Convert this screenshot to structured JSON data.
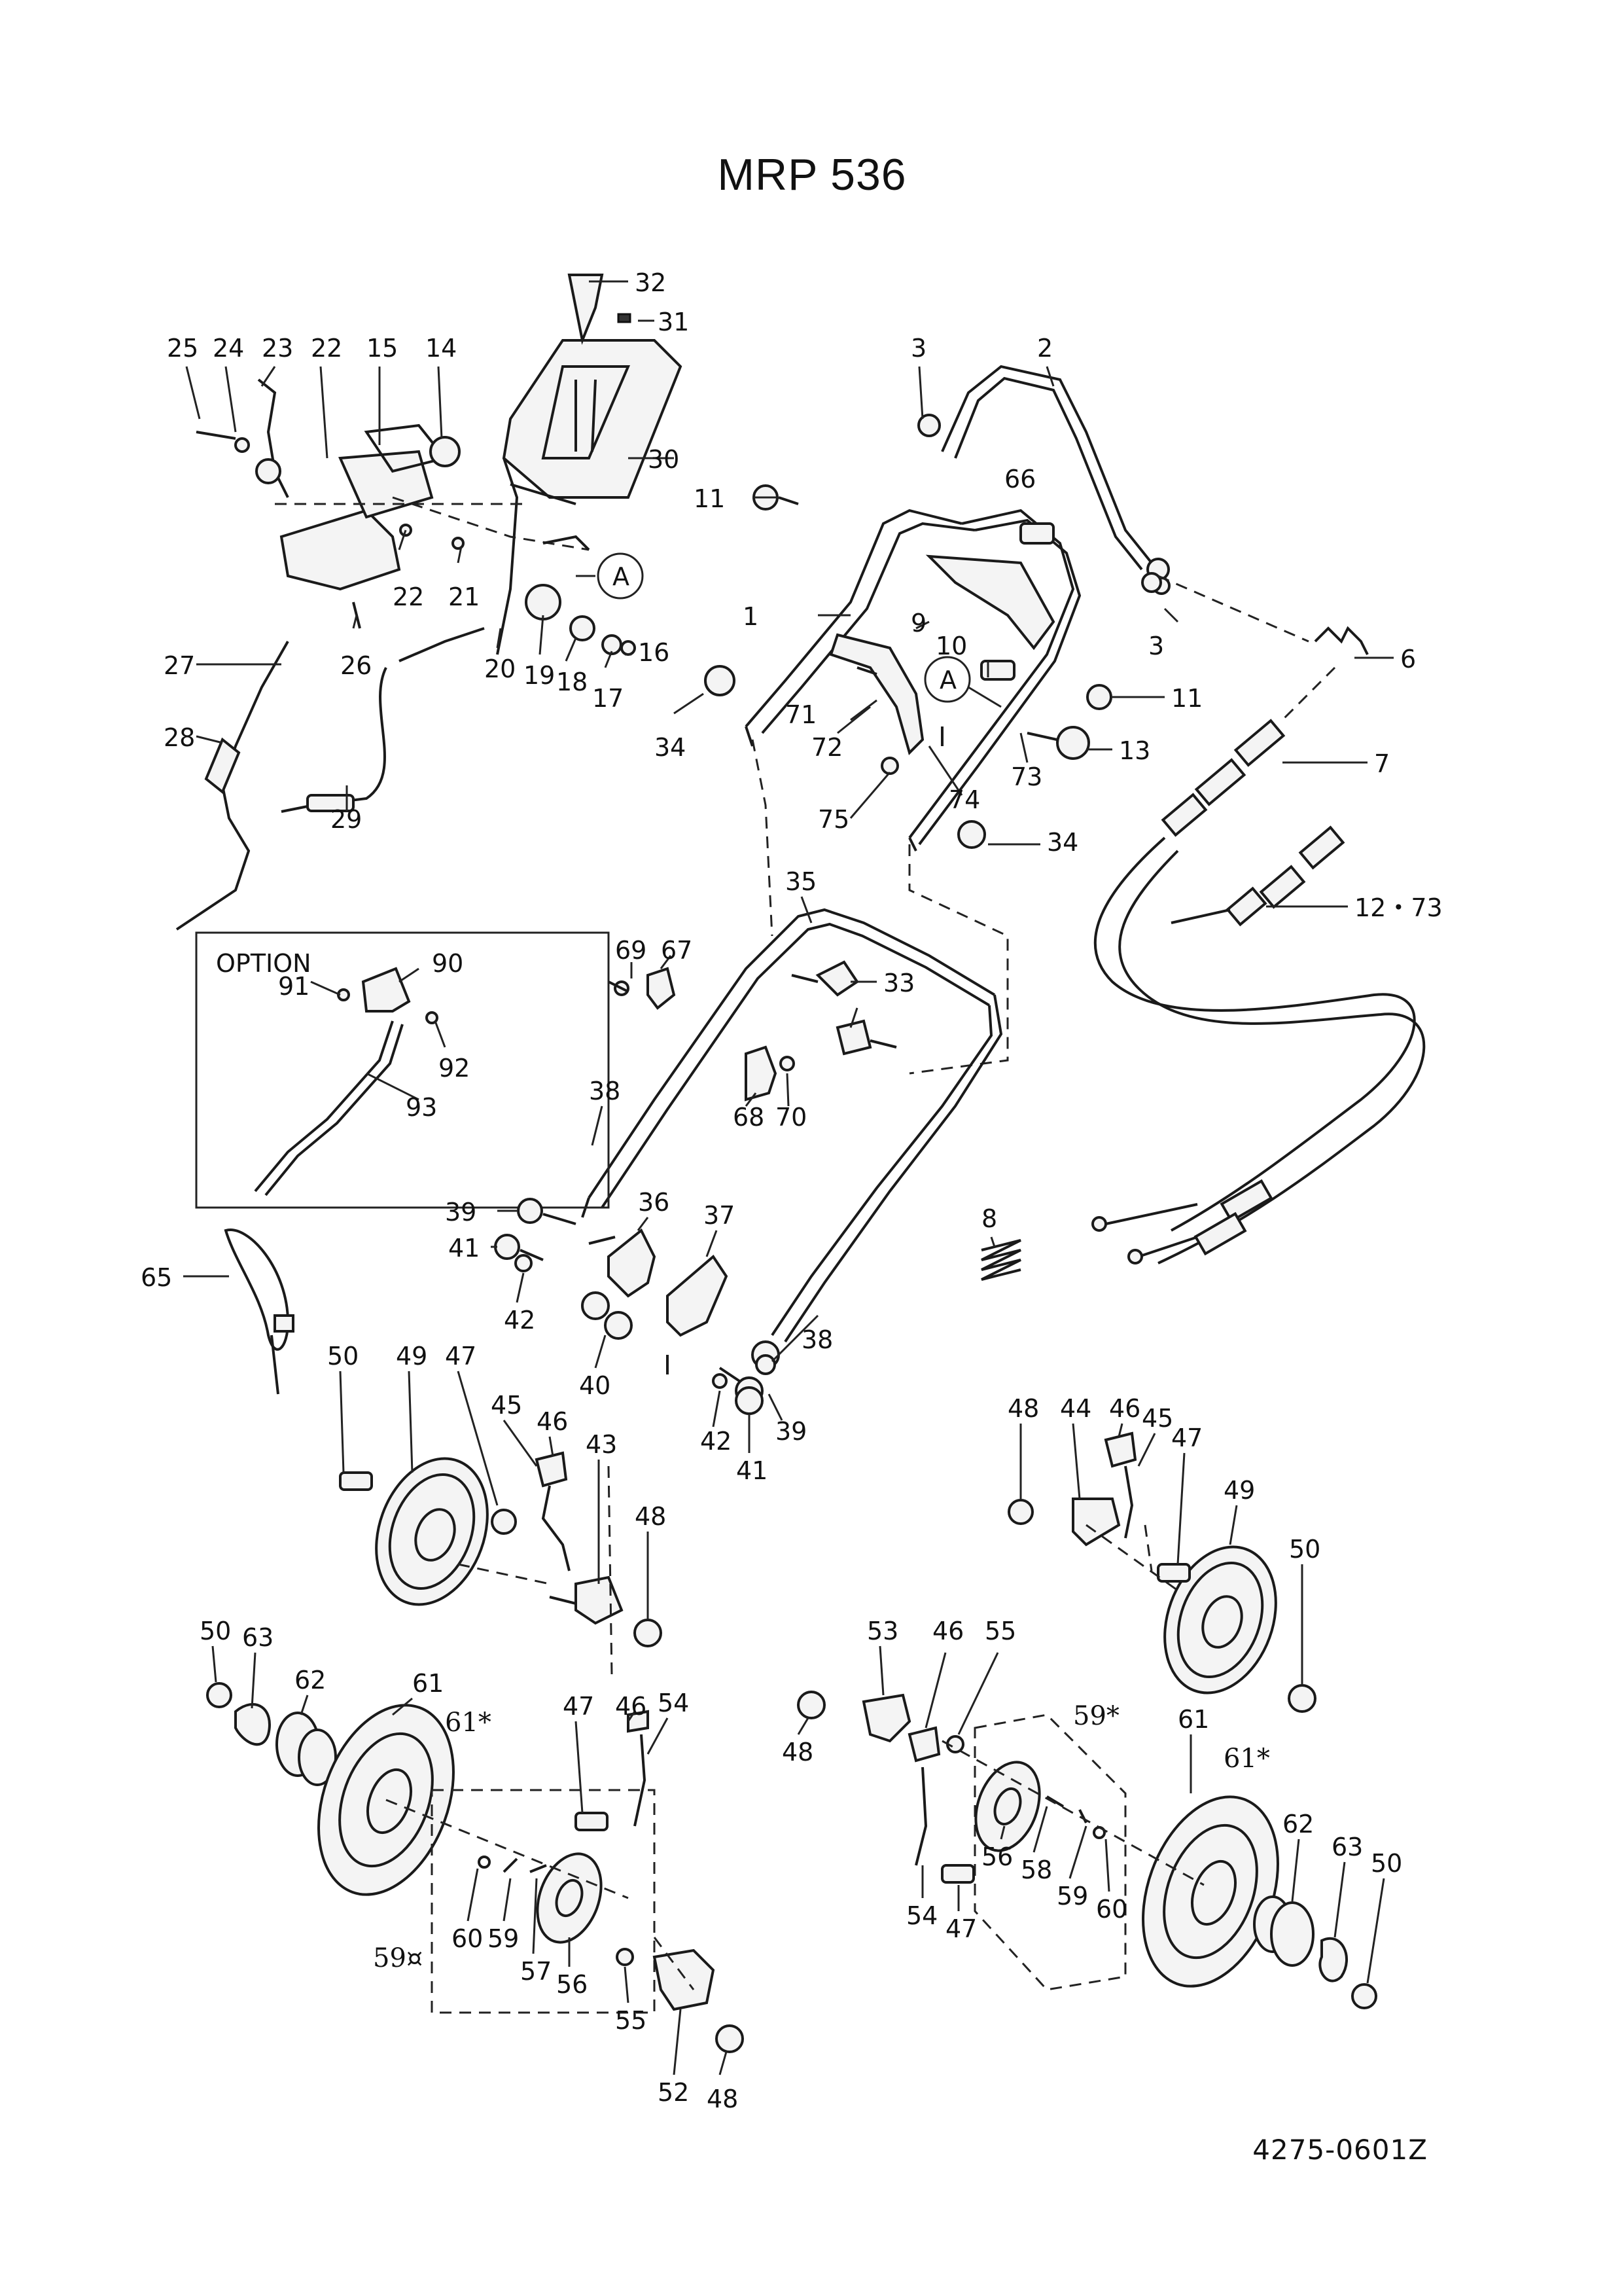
{
  "title": "MRP 536",
  "drawing_code": "4275-0601Z",
  "option_label": "OPTION",
  "callout_letter": "A",
  "labels": {
    "p25": "25",
    "p24": "24",
    "p23": "23",
    "p22a": "22",
    "p15": "15",
    "p14": "14",
    "p32": "32",
    "p31": "31",
    "p30": "30",
    "p3a": "3",
    "p2": "2",
    "p66": "66",
    "p11a": "11",
    "p11b": "11",
    "p1": "1",
    "p9": "9",
    "p10": "10",
    "p3b": "3",
    "p6": "6",
    "p7": "7",
    "p13": "13",
    "p73": "73",
    "p74": "74",
    "p71": "71",
    "p72": "72",
    "p75": "75",
    "p34a": "34",
    "p34b": "34",
    "p35": "35",
    "p12_73": "12・73",
    "p22b": "22",
    "p21": "21",
    "p20": "20",
    "p19": "19",
    "p18": "18",
    "p17": "17",
    "p16": "16",
    "p27": "27",
    "p26": "26",
    "p28": "28",
    "p29": "29",
    "p90": "90",
    "p91": "91",
    "p92": "92",
    "p93": "93",
    "p69": "69",
    "p67": "67",
    "p33": "33",
    "p68": "68",
    "p70": "70",
    "p38a": "38",
    "p36": "36",
    "p37": "37",
    "p39a": "39",
    "p41a": "41",
    "p42a": "42",
    "p40": "40",
    "p38b": "38",
    "p39b": "39",
    "p42b": "42",
    "p41b": "41",
    "p8": "8",
    "p65": "65",
    "p50a": "50",
    "p49a": "49",
    "p47a": "47",
    "p45a": "45",
    "p46a": "46",
    "p43": "43",
    "p48a": "48",
    "p48b": "48",
    "p44": "44",
    "p46b": "46",
    "p45b": "45",
    "p47b": "47",
    "p49b": "49",
    "p50b": "50",
    "p50c": "50",
    "p63a": "63",
    "p62a": "62",
    "p61a": "61",
    "p61star_a": "61*",
    "p47c": "47",
    "p46c": "46",
    "p54a": "54",
    "p60a": "60",
    "p59a": "59",
    "p57": "57",
    "p56a": "56",
    "p55a": "55",
    "p52": "52",
    "p48c": "48",
    "p59box_a": "59¤",
    "p53": "53",
    "p46d": "46",
    "p55b": "55",
    "p59star": "59*",
    "p48d": "48",
    "p56b": "56",
    "p58": "58",
    "p59b": "59",
    "p60b": "60",
    "p54b": "54",
    "p47d": "47",
    "p61b": "61",
    "p61star_b": "61*",
    "p62b": "62",
    "p63b": "63",
    "p50d": "50"
  }
}
